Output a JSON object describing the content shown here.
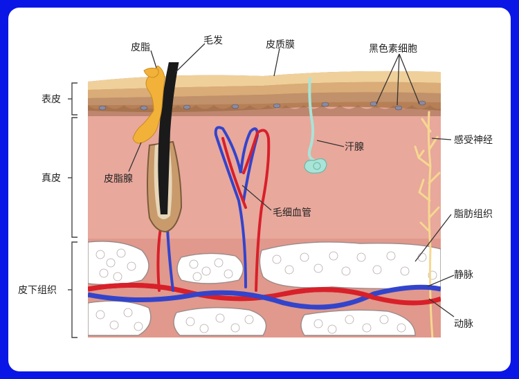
{
  "labels": {
    "sebum": "皮脂",
    "hair": "毛发",
    "cuticle": "皮质膜",
    "melanocyte": "黑色素细胞",
    "epidermis": "表皮",
    "dermis": "真皮",
    "sebaceous_gland": "皮脂腺",
    "sweat_gland": "汗腺",
    "sensory_nerve": "感受神经",
    "capillary": "毛细血管",
    "adipose": "脂肪组织",
    "subcutaneous": "皮下组织",
    "vein": "静脉",
    "artery": "动脉"
  },
  "colors": {
    "border": "#0a16e6",
    "dermis": "#e8a89c",
    "epidermis": "#c99b6c",
    "hair": "#1a1a1a",
    "sebum": "#f2b23a",
    "sweat_gland": "#a8e4d8",
    "nerve": "#f6d890",
    "artery": "#d8202a",
    "vein": "#3344cc",
    "fat": "#ffffff"
  }
}
